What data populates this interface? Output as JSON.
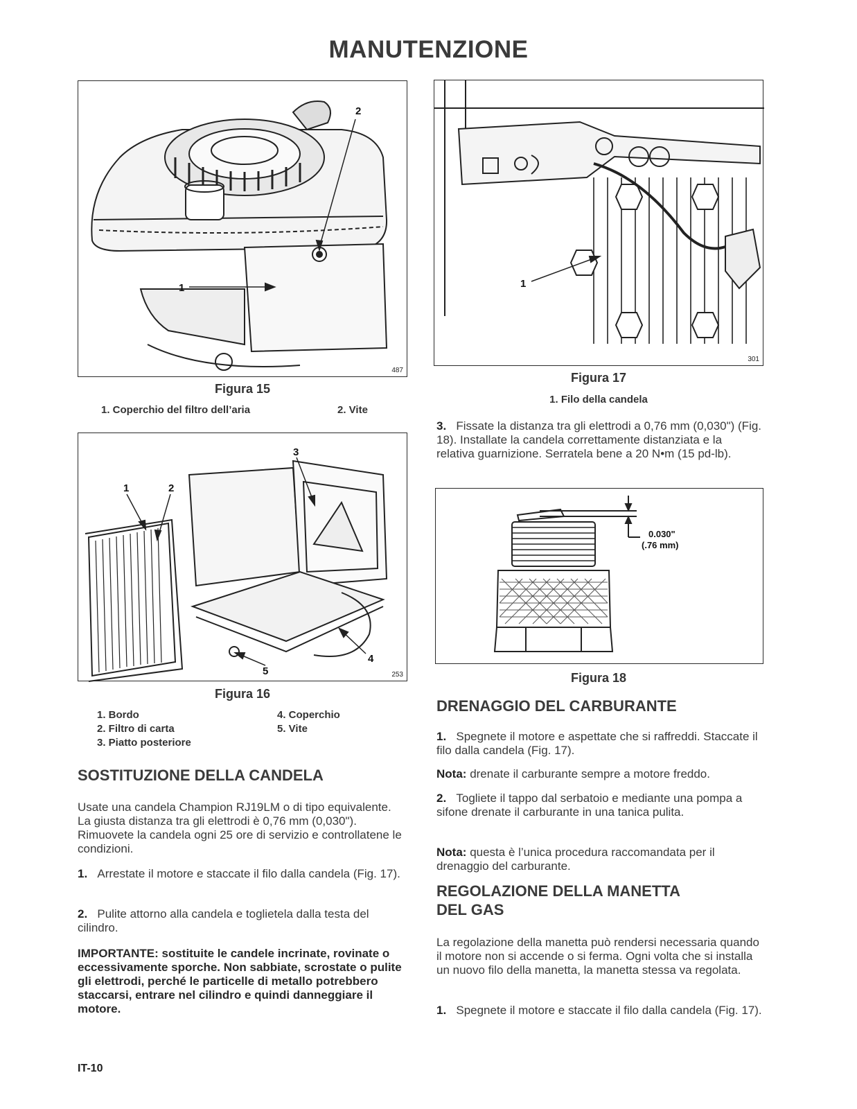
{
  "title": "MANUTENZIONE",
  "fig15": {
    "caption": "Figura 15",
    "num": "487",
    "callouts": [
      "1",
      "2"
    ],
    "legend": [
      "1. Coperchio del filtro dell’aria",
      "2. Vite"
    ]
  },
  "fig16": {
    "caption": "Figura 16",
    "num": "253",
    "callouts": [
      "1",
      "2",
      "3",
      "4",
      "5"
    ],
    "legend_left": [
      "1. Bordo",
      "2. Filtro di carta",
      "3. Piatto posteriore"
    ],
    "legend_right": [
      "4. Coperchio",
      "5. Vite"
    ]
  },
  "fig17": {
    "caption": "Figura 17",
    "num": "301",
    "callouts": [
      "1"
    ],
    "legend": [
      "1. Filo della candela"
    ]
  },
  "fig18": {
    "caption": "Figura 18",
    "gap_in": "0.030\"",
    "gap_mm": "(.76 mm)"
  },
  "right": {
    "step3_num": "3.",
    "step3": "Fissate la distanza tra gli elettrodi a 0,76 mm (0,030\") (Fig. 18). Installate la candela correttamente distanziata e la relativa guarnizione. Serratela bene a 20 N•m (15 pd-lb).",
    "drain_heading": "DRENAGGIO DEL CARBURANTE",
    "drain1_num": "1.",
    "drain1": "Spegnete il motore e aspettate che si raffreddi. Staccate il filo dalla candela (Fig. 17).",
    "note1_label": "Nota:",
    "note1": "drenate il carburante sempre a motore freddo.",
    "drain2_num": "2.",
    "drain2": "Togliete il tappo dal serbatoio e mediante una pompa a sifone drenate il carburante in una tanica pulita.",
    "note2_label": "Nota:",
    "note2": "questa è l’unica procedura raccomandata per il drenaggio del carburante.",
    "throttle_heading_1": "REGOLAZIONE DELLA MANETTA",
    "throttle_heading_2": "DEL GAS",
    "throttle_intro": "La regolazione della manetta può rendersi necessaria quando il motore non si accende o si ferma. Ogni volta che si installa un nuovo filo della manetta, la manetta stessa va regolata.",
    "throttle1_num": "1.",
    "throttle1": "Spegnete il motore e staccate il filo dalla candela (Fig. 17)."
  },
  "left": {
    "spark_heading": "SOSTITUZIONE DELLA CANDELA",
    "spark_intro": "Usate una candela Champion RJ19LM o di tipo equivalente. La giusta distanza tra gli elettrodi è 0,76 mm (0,030\"). Rimuovete la candela ogni 25 ore di servizio e controllatene le condizioni.",
    "step1_num": "1.",
    "step1": "Arrestate il motore e staccate il filo dalla candela (Fig. 17).",
    "step2_num": "2.",
    "step2": "Pulite attorno alla candela e toglietela dalla testa del cilindro.",
    "important": "IMPORTANTE: sostituite le candele incrinate, rovinate o eccessivamente sporche. Non sabbiate, scrostate o pulite gli elettrodi, perché le particelle di metallo potrebbero staccarsi, entrare nel cilindro e quindi danneggiare il motore."
  },
  "page_number": "IT-10"
}
